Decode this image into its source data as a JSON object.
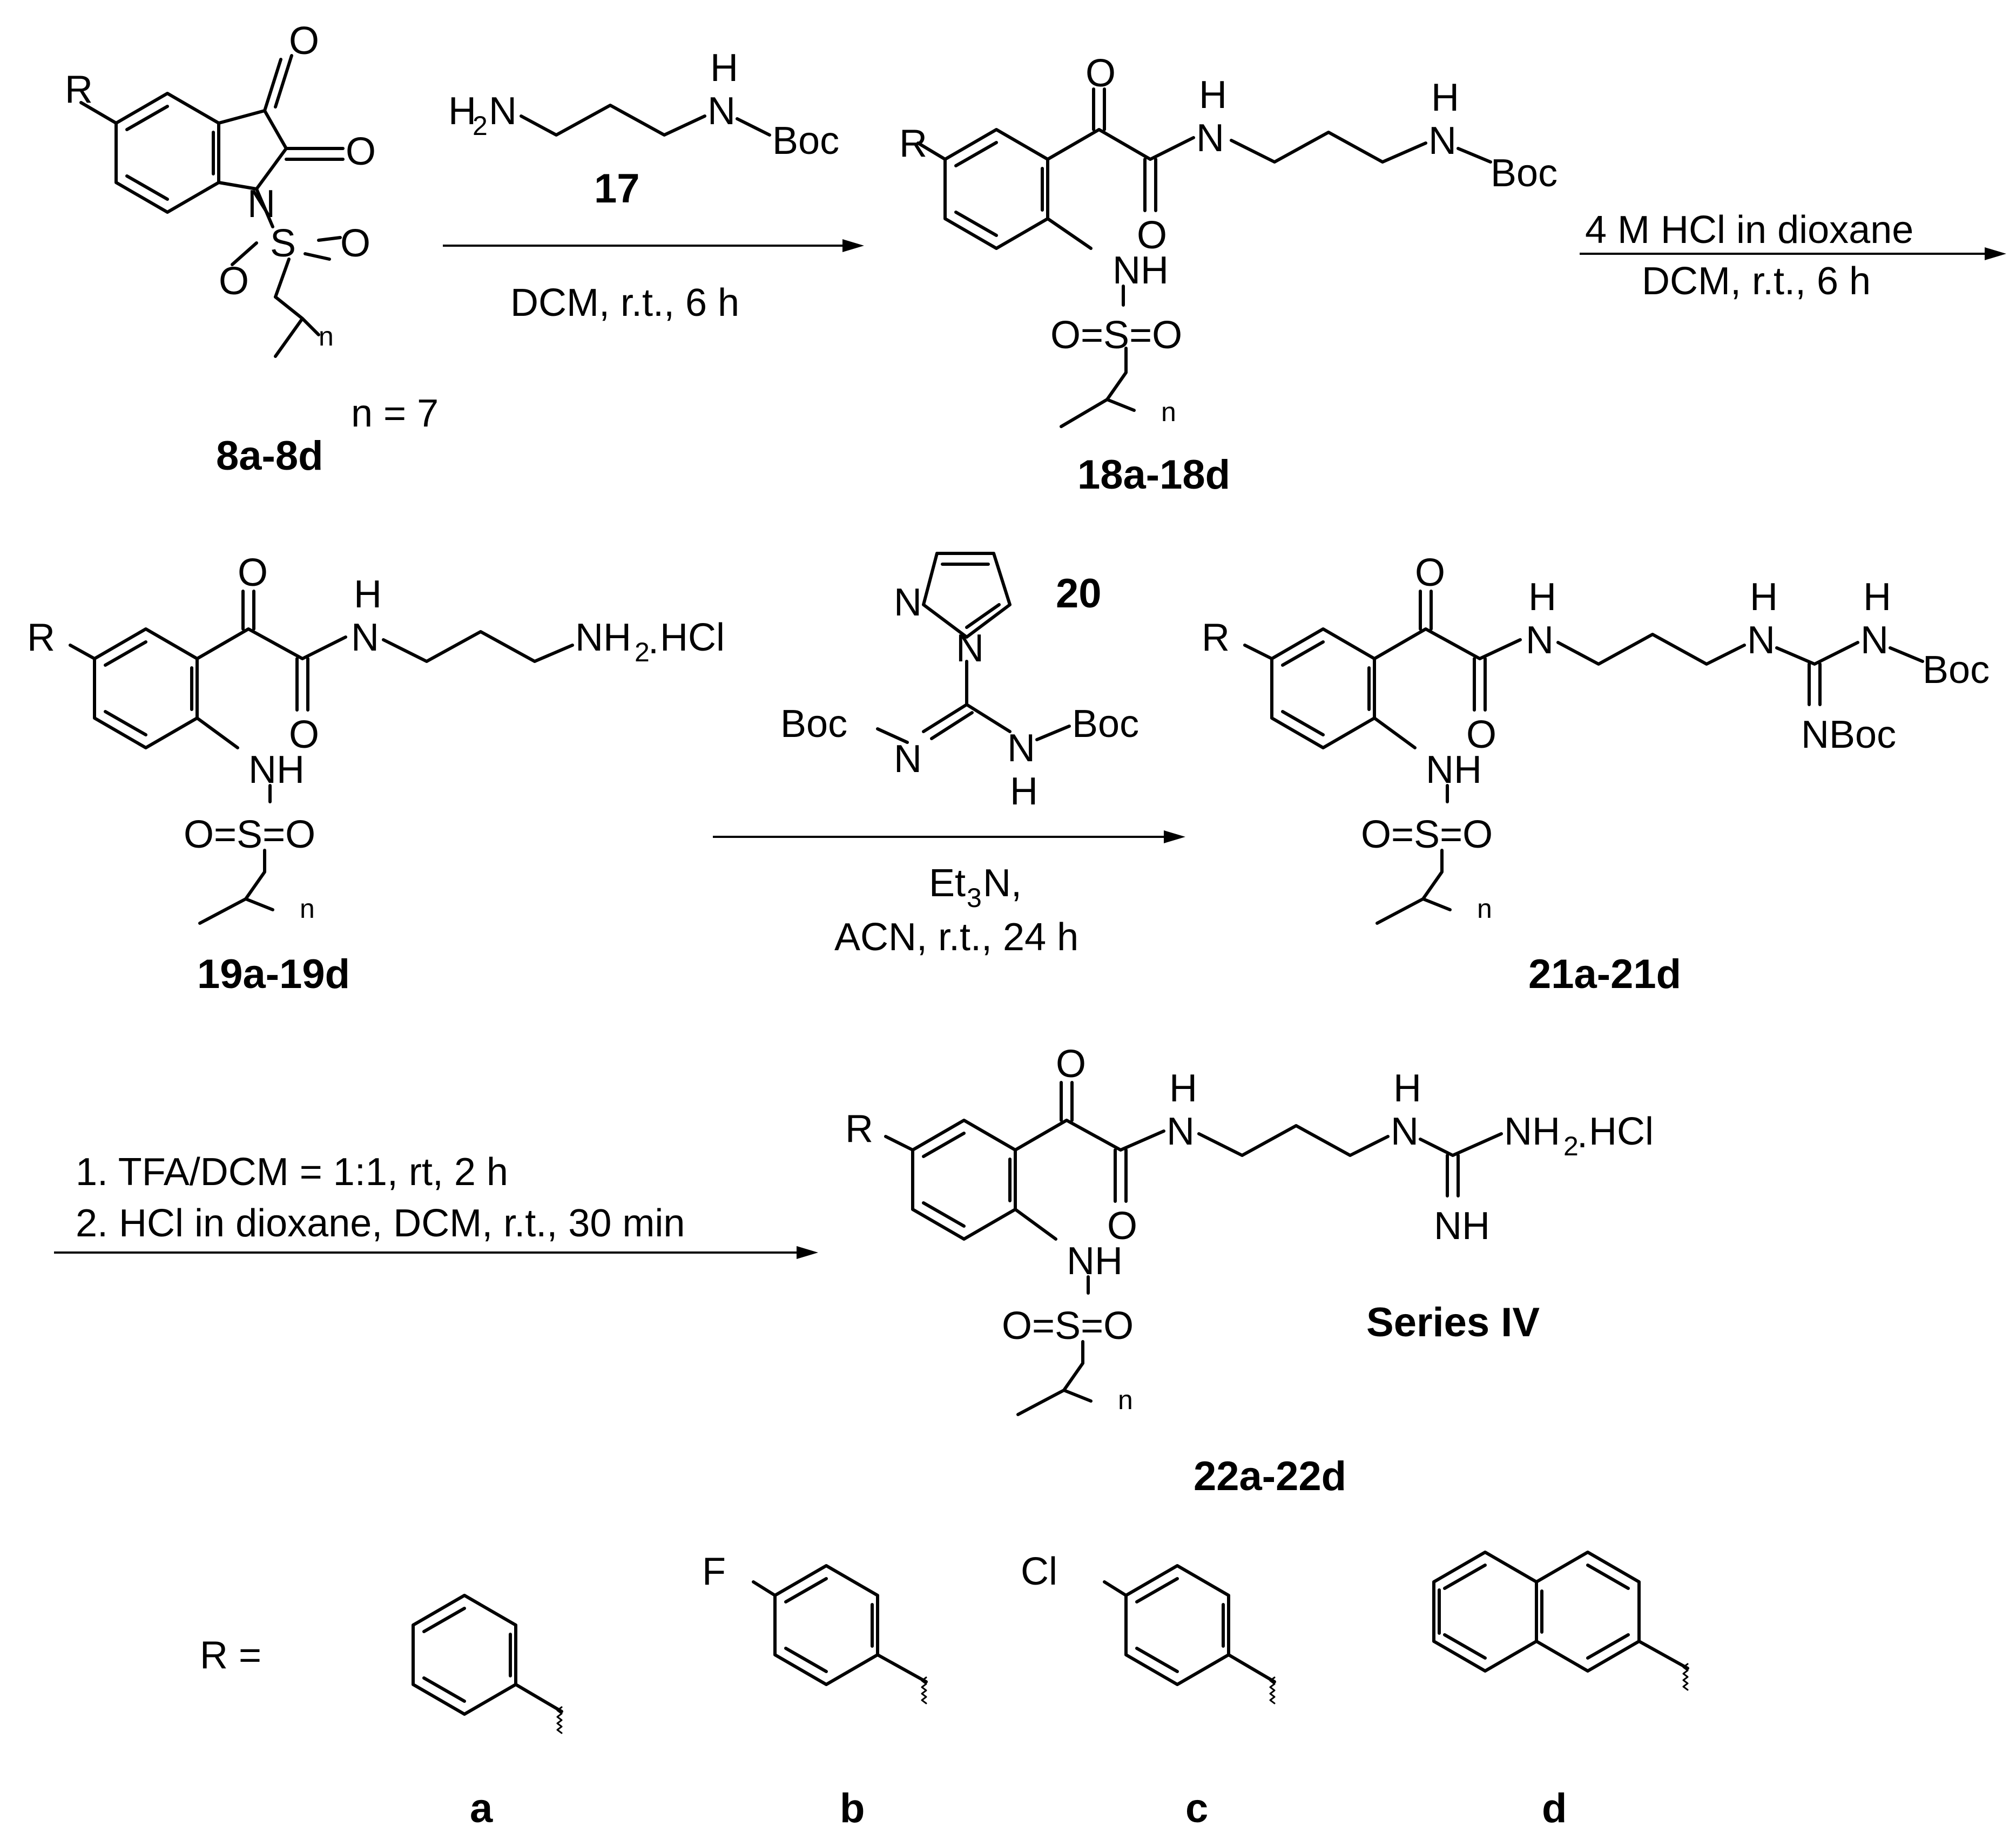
{
  "atoms": {
    "R": "R",
    "O": "O",
    "N": "N",
    "S": "S",
    "H": "H",
    "NH": "NH",
    "NH2": "NH",
    "two": "2",
    "three": "3",
    "n": "n",
    "Boc": "Boc",
    "NBoc": "NBoc",
    "HCl": "HCl",
    "H2N_H": "H",
    "dot": ".",
    "F": "F",
    "Cl": "Cl"
  },
  "step1": {
    "reagent_label": "17",
    "conditions": "DCM, r.t., 6 h",
    "n_eq": "n = 7",
    "start_label": "8a-8d",
    "product_label": "18a-18d"
  },
  "step2": {
    "conditions_top": "4 M HCl in dioxane",
    "conditions_bottom": "DCM, r.t., 6 h"
  },
  "step3": {
    "start_label": "19a-19d",
    "reagent_label": "20",
    "cond_et3n_a": "Et",
    "cond_et3n_b": "N,",
    "cond_2": "ACN, r.t., 24 h",
    "product_label": "21a-21d"
  },
  "step4": {
    "cond_1": "1. TFA/DCM = 1:1, rt, 2 h",
    "cond_2": "2. HCl in dioxane, DCM, r.t., 30 min",
    "product_label": "22a-22d",
    "series": "Series IV"
  },
  "r_groups": {
    "prefix": "R =",
    "labels": [
      "a",
      "b",
      "c",
      "d"
    ]
  }
}
